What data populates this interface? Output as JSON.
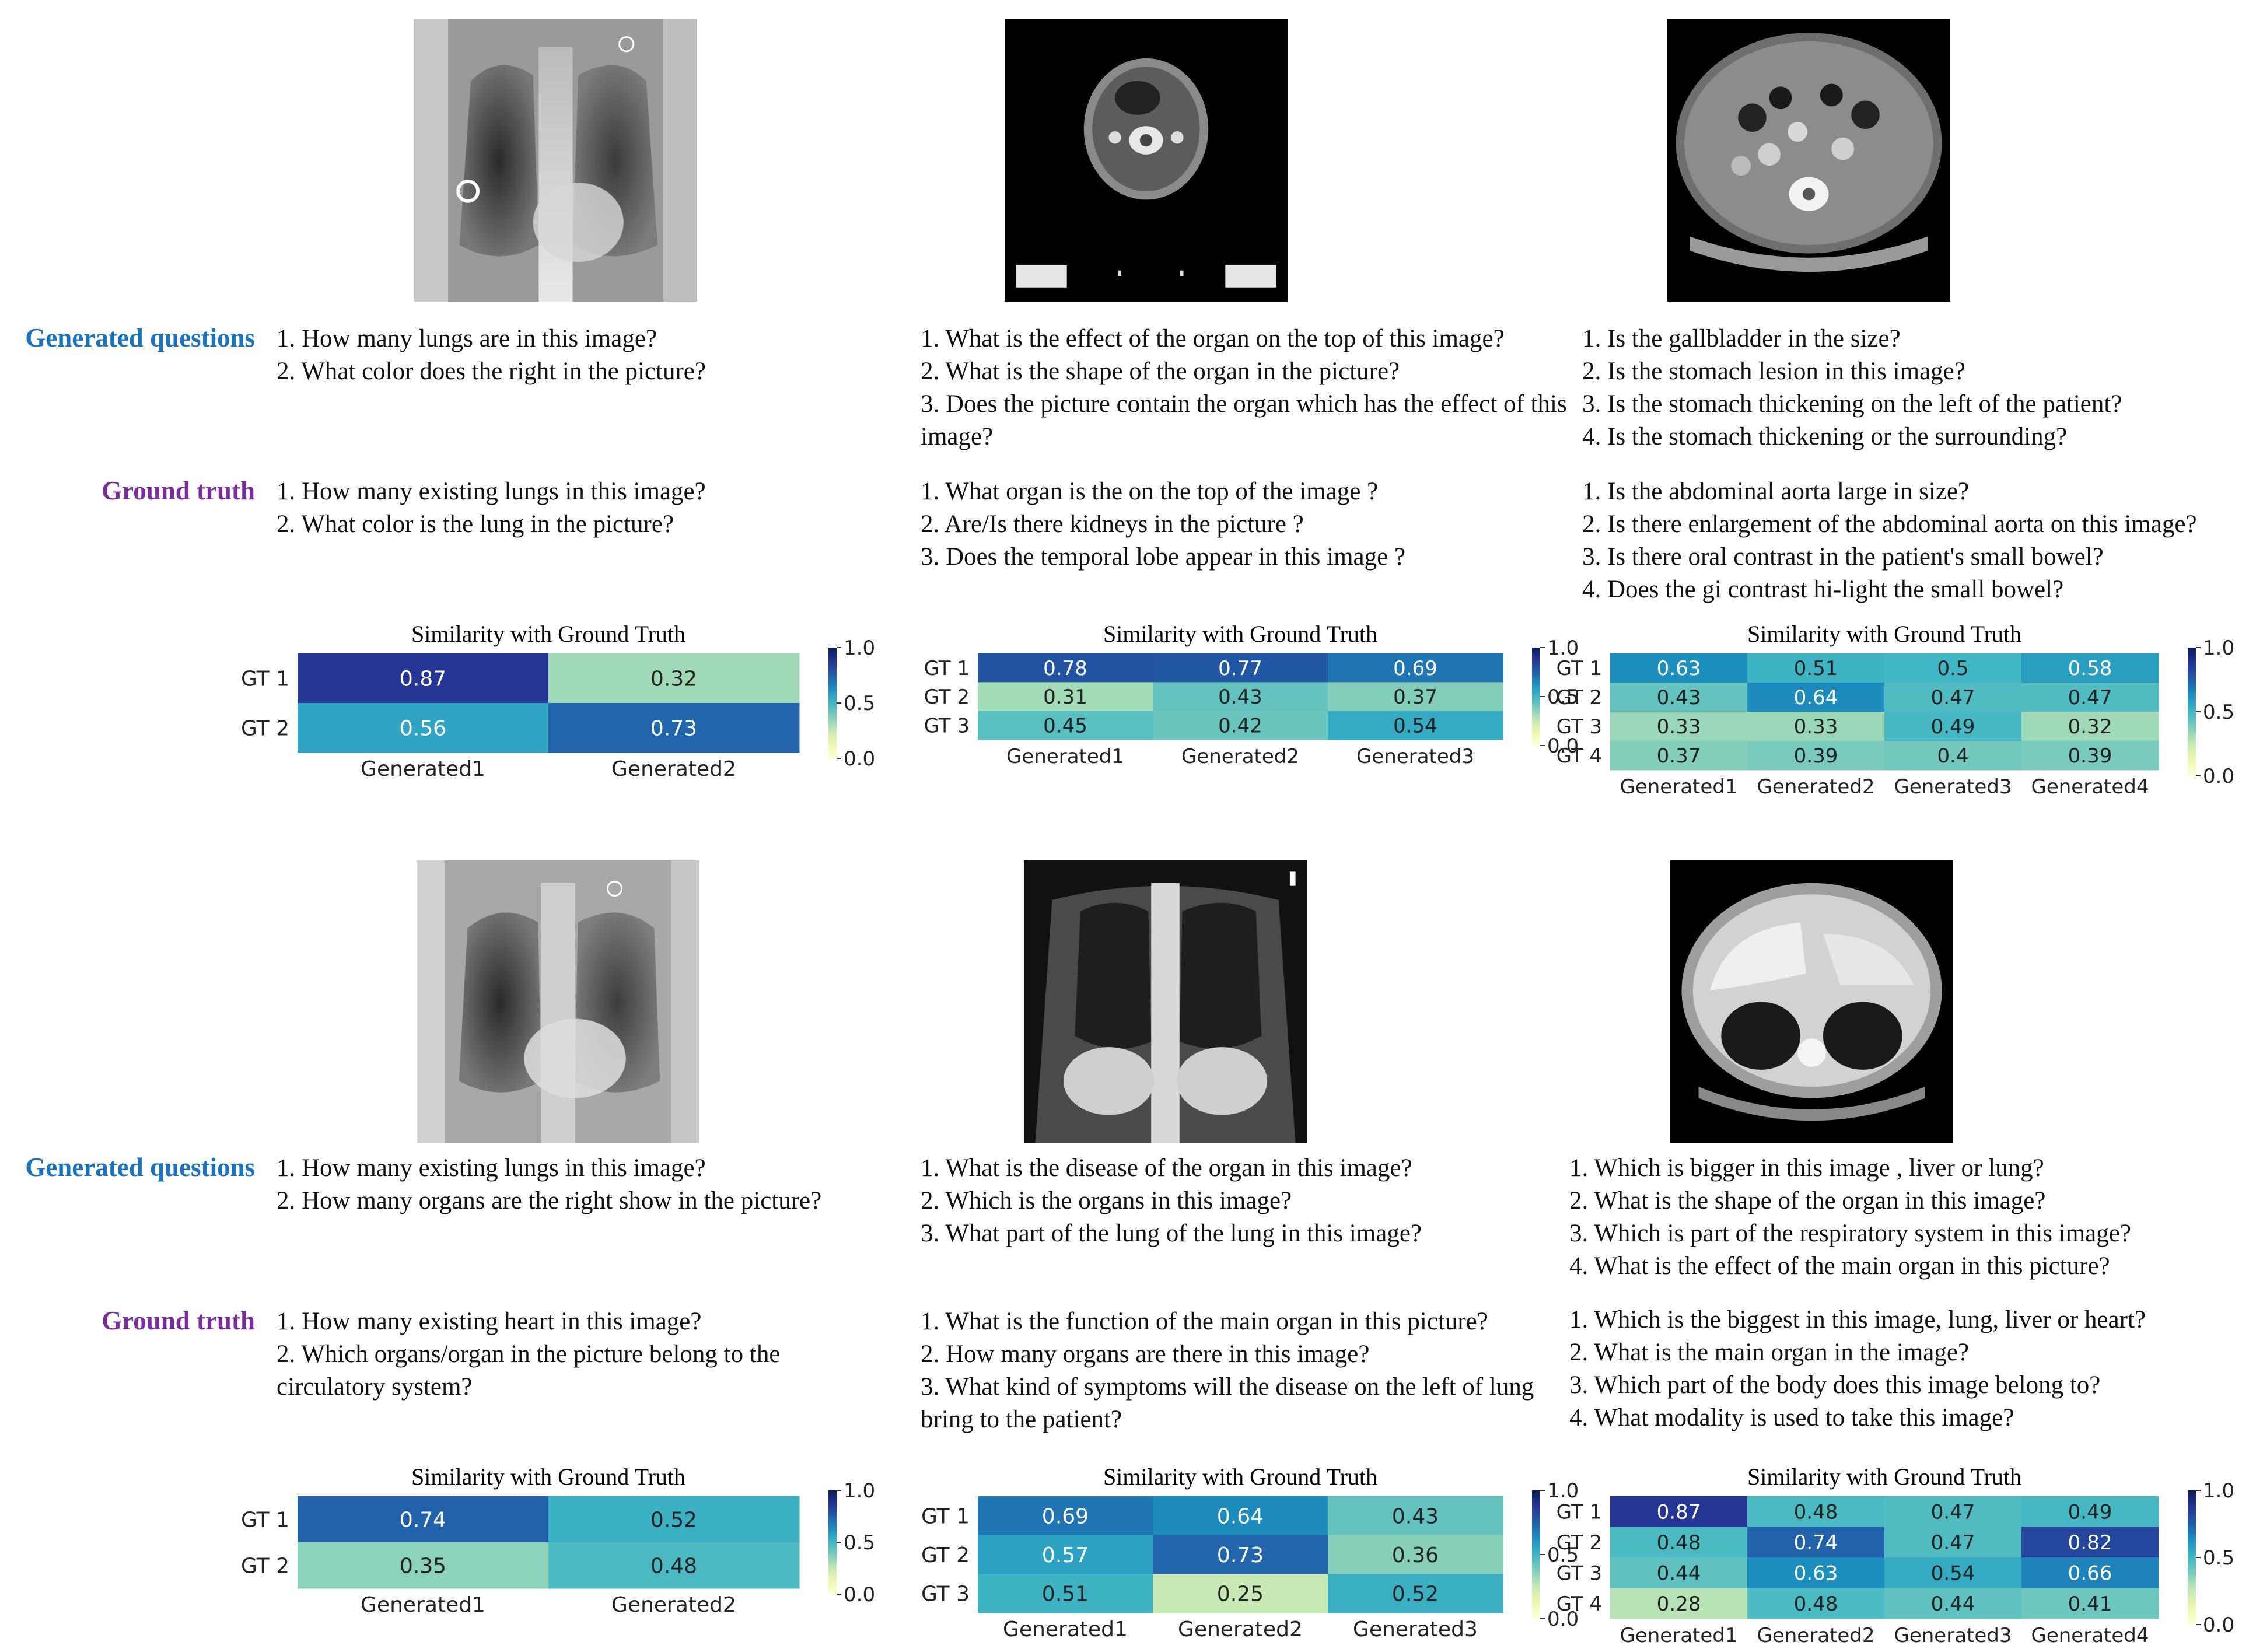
{
  "labels": {
    "generated": "Generated questions",
    "ground_truth": "Ground truth"
  },
  "panels": [
    {
      "image_icon": "chest-xray-portable",
      "generated": [
        "1. How many lungs are in this image?",
        "2. What color does the right in the picture?"
      ],
      "ground_truth": [
        "1. How many existing lungs in this image?",
        "2. What color is the lung in the picture?"
      ]
    },
    {
      "image_icon": "head-neck-ct",
      "generated": [
        "1. What is the effect of the organ on the top of this image?",
        "2. What is the shape of the organ in the picture?",
        "3. Does the picture contain the organ which has the effect of this image?"
      ],
      "ground_truth": [
        "1. What organ is the on the top of the image ?",
        "2. Are/Is there kidneys in the picture ?",
        "3. Does the temporal lobe appear in this image ?"
      ]
    },
    {
      "image_icon": "abdominal-ct",
      "generated": [
        "1. Is the gallbladder in the size?",
        "2. Is the stomach lesion in this image?",
        "3. Is the stomach thickening on the left of the patient?",
        "4. Is the stomach thickening or the surrounding?"
      ],
      "ground_truth": [
        "1. Is the abdominal aorta large in size?",
        "2. Is there enlargement of the abdominal aorta on this image?",
        "3. Is there oral contrast in the patient's small bowel?",
        "4. Does the gi contrast hi-light the small bowel?"
      ]
    },
    {
      "image_icon": "chest-xray",
      "generated": [
        "1. How many existing lungs in this image?",
        "2. How many organs are the right show in the picture?"
      ],
      "ground_truth": [
        "1. How many existing heart in this image?",
        "2. Which organs/organ in the picture belong to the circulatory system?"
      ]
    },
    {
      "image_icon": "chest-xray-pa",
      "generated": [
        "1. What is the disease of the organ in this image?",
        "2. Which is the organs in this image?",
        "3. What part of the lung of the lung in this image?"
      ],
      "ground_truth": [
        "1. What is the function of the main organ in this picture?",
        "2. How many organs are there in this image?",
        "3. What kind of symptoms will the disease on the left of lung bring to the patient?"
      ]
    },
    {
      "image_icon": "chest-ct-lung-window",
      "generated": [
        "1. Which is bigger in this image , liver or lung?",
        "2. What is the shape of the organ in this image?",
        "3. Which is part of the respiratory system in this image?",
        "4. What is the effect of the main organ in this picture?"
      ],
      "ground_truth": [
        "1. Which is the biggest in this image, lung, liver or heart?",
        "2. What is the main organ in the image?",
        "3. Which part of the body does this image belong to?",
        "4. What modality is used to take this image?"
      ]
    }
  ],
  "chart_data": [
    {
      "type": "heatmap",
      "title": "Similarity with Ground Truth",
      "x": [
        "Generated1",
        "Generated2"
      ],
      "y": [
        "GT 1",
        "GT 2"
      ],
      "values": [
        [
          0.87,
          0.32
        ],
        [
          0.56,
          0.73
        ]
      ],
      "colorbar": {
        "range": [
          0.0,
          1.0
        ],
        "ticks": [
          "1.0",
          "0.5",
          "0.0"
        ],
        "colormap": "YlGnBu"
      }
    },
    {
      "type": "heatmap",
      "title": "Similarity with Ground Truth",
      "x": [
        "Generated1",
        "Generated2",
        "Generated3"
      ],
      "y": [
        "GT 1",
        "GT 2",
        "GT 3"
      ],
      "values": [
        [
          0.78,
          0.77,
          0.69
        ],
        [
          0.31,
          0.43,
          0.37
        ],
        [
          0.45,
          0.42,
          0.54
        ]
      ],
      "colorbar": {
        "range": [
          0.0,
          1.0
        ],
        "ticks": [
          "1.0",
          "0.5",
          "0.0"
        ],
        "colormap": "YlGnBu"
      }
    },
    {
      "type": "heatmap",
      "title": "Similarity with Ground Truth",
      "x": [
        "Generated1",
        "Generated2",
        "Generated3",
        "Generated4"
      ],
      "y": [
        "GT 1",
        "GT 2",
        "GT 3",
        "GT 4"
      ],
      "values": [
        [
          0.63,
          0.51,
          0.5,
          0.58
        ],
        [
          0.43,
          0.64,
          0.47,
          0.47
        ],
        [
          0.33,
          0.33,
          0.49,
          0.32
        ],
        [
          0.37,
          0.39,
          0.4,
          0.39
        ]
      ],
      "colorbar": {
        "range": [
          0.0,
          1.0
        ],
        "ticks": [
          "1.0",
          "0.5",
          "0.0"
        ],
        "colormap": "YlGnBu"
      }
    },
    {
      "type": "heatmap",
      "title": "Similarity with Ground Truth",
      "x": [
        "Generated1",
        "Generated2"
      ],
      "y": [
        "GT 1",
        "GT 2"
      ],
      "values": [
        [
          0.74,
          0.52
        ],
        [
          0.35,
          0.48
        ]
      ],
      "colorbar": {
        "range": [
          0.0,
          1.0
        ],
        "ticks": [
          "1.0",
          "0.5",
          "0.0"
        ],
        "colormap": "YlGnBu"
      }
    },
    {
      "type": "heatmap",
      "title": "Similarity with Ground Truth",
      "x": [
        "Generated1",
        "Generated2",
        "Generated3"
      ],
      "y": [
        "GT 1",
        "GT 2",
        "GT 3"
      ],
      "values": [
        [
          0.69,
          0.64,
          0.43
        ],
        [
          0.57,
          0.73,
          0.36
        ],
        [
          0.51,
          0.25,
          0.52
        ]
      ],
      "colorbar": {
        "range": [
          0.0,
          1.0
        ],
        "ticks": [
          "1.0",
          "0.5",
          "0.0"
        ],
        "colormap": "YlGnBu"
      }
    },
    {
      "type": "heatmap",
      "title": "Similarity with Ground Truth",
      "x": [
        "Generated1",
        "Generated2",
        "Generated3",
        "Generated4"
      ],
      "y": [
        "GT 1",
        "GT 2",
        "GT 3",
        "GT 4"
      ],
      "values": [
        [
          0.87,
          0.48,
          0.47,
          0.49
        ],
        [
          0.48,
          0.74,
          0.47,
          0.82
        ],
        [
          0.44,
          0.63,
          0.54,
          0.66
        ],
        [
          0.28,
          0.48,
          0.44,
          0.41
        ]
      ],
      "colorbar": {
        "range": [
          0.0,
          1.0
        ],
        "ticks": [
          "1.0",
          "0.5",
          "0.0"
        ],
        "colormap": "YlGnBu"
      }
    }
  ]
}
